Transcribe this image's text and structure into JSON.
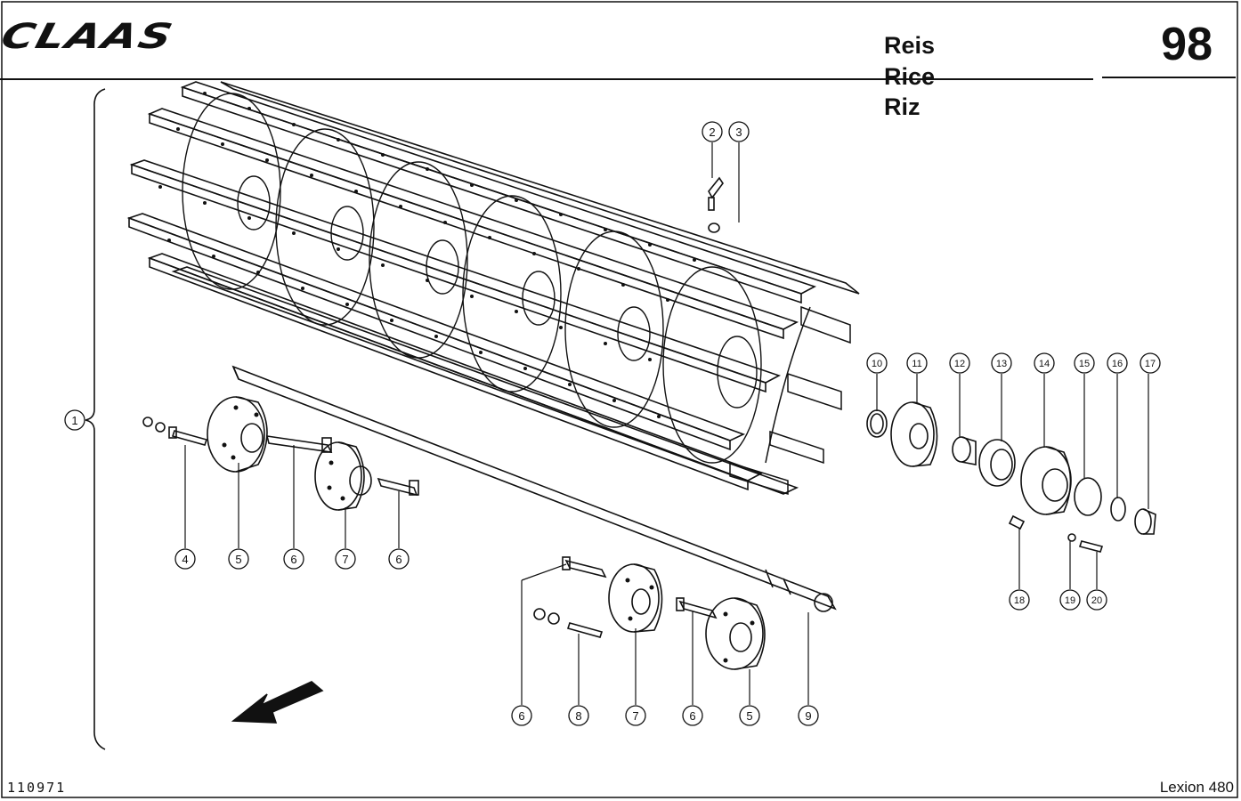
{
  "header": {
    "brand": "CLAAS",
    "page_number": "98",
    "titles": [
      "Reis",
      "Rice",
      "Riz"
    ]
  },
  "footer": {
    "code": "110971",
    "model": "Lexion 480"
  },
  "callouts": [
    "1",
    "2",
    "3",
    "4",
    "5",
    "6",
    "7",
    "6",
    "6",
    "8",
    "7",
    "6",
    "5",
    "9",
    "10",
    "11",
    "12",
    "13",
    "14",
    "15",
    "16",
    "17",
    "18",
    "19",
    "20"
  ]
}
